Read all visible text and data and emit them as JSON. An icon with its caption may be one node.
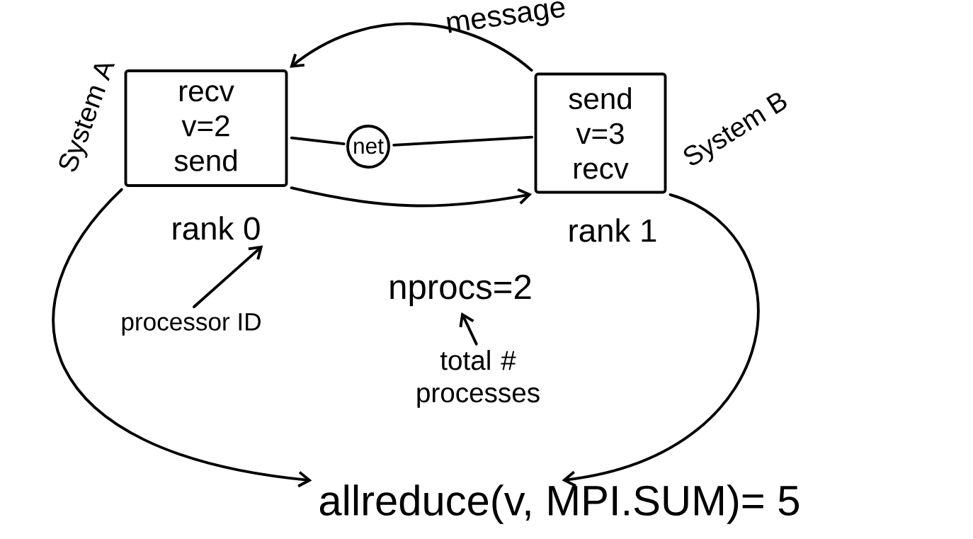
{
  "diagram": {
    "nodes": [
      {
        "text": [
          "recv",
          "v=2",
          "send"
        ],
        "beside": [
          "System A"
        ]
      },
      {
        "text": [
          "net"
        ]
      },
      {
        "text": [
          "send",
          "v=3",
          "recv"
        ],
        "beside": [
          "System B"
        ]
      },
      {
        "text": [
          "rank 0"
        ]
      },
      {
        "text": [
          "rank 1"
        ]
      },
      {
        "text": [
          "processor ID"
        ]
      },
      {
        "text": [
          "nprocs=2"
        ]
      },
      {
        "text": [
          "total # processes"
        ]
      },
      {
        "text": [
          "allreduce(v, MPI.SUM)= 5"
        ]
      }
    ],
    "edges": [
      {
        "from": 2,
        "to": 0,
        "arrow": "to",
        "label": "message"
      },
      {
        "from": 0,
        "to": 1,
        "arrow": "none"
      },
      {
        "from": 1,
        "to": 2,
        "arrow": "none"
      },
      {
        "from": 0,
        "to": 2,
        "arrow": "to"
      },
      {
        "from": 5,
        "to": 3,
        "arrow": "to"
      },
      {
        "from": 7,
        "to": 6,
        "arrow": "to"
      },
      {
        "from": 0,
        "to": 8,
        "arrow": "to"
      },
      {
        "from": 2,
        "to": 8,
        "arrow": "to"
      }
    ]
  }
}
